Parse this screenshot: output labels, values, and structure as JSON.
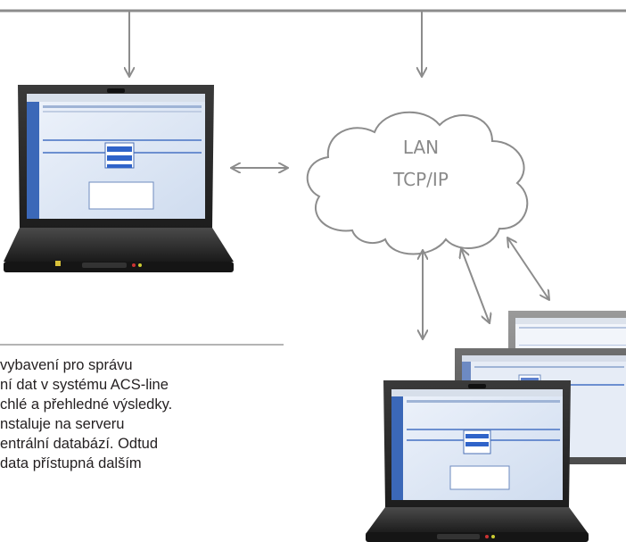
{
  "cloud": {
    "line1": "LAN",
    "line2": "TCP/IP"
  },
  "description": {
    "lines": [
      "vybavení pro správu",
      "ní dat v systému ACS-line",
      "chlé a přehledné výsledky.",
      "nstaluje na serveru",
      "entrální databází. Odtud",
      "data přístupná dalším"
    ]
  },
  "colors": {
    "connector_lines": "#8c8c8c",
    "cloud_text": "#8a8a8a",
    "text": "#231f20",
    "laptop_body": "#2a2a2a",
    "screen_accent": "#2f63c9"
  }
}
